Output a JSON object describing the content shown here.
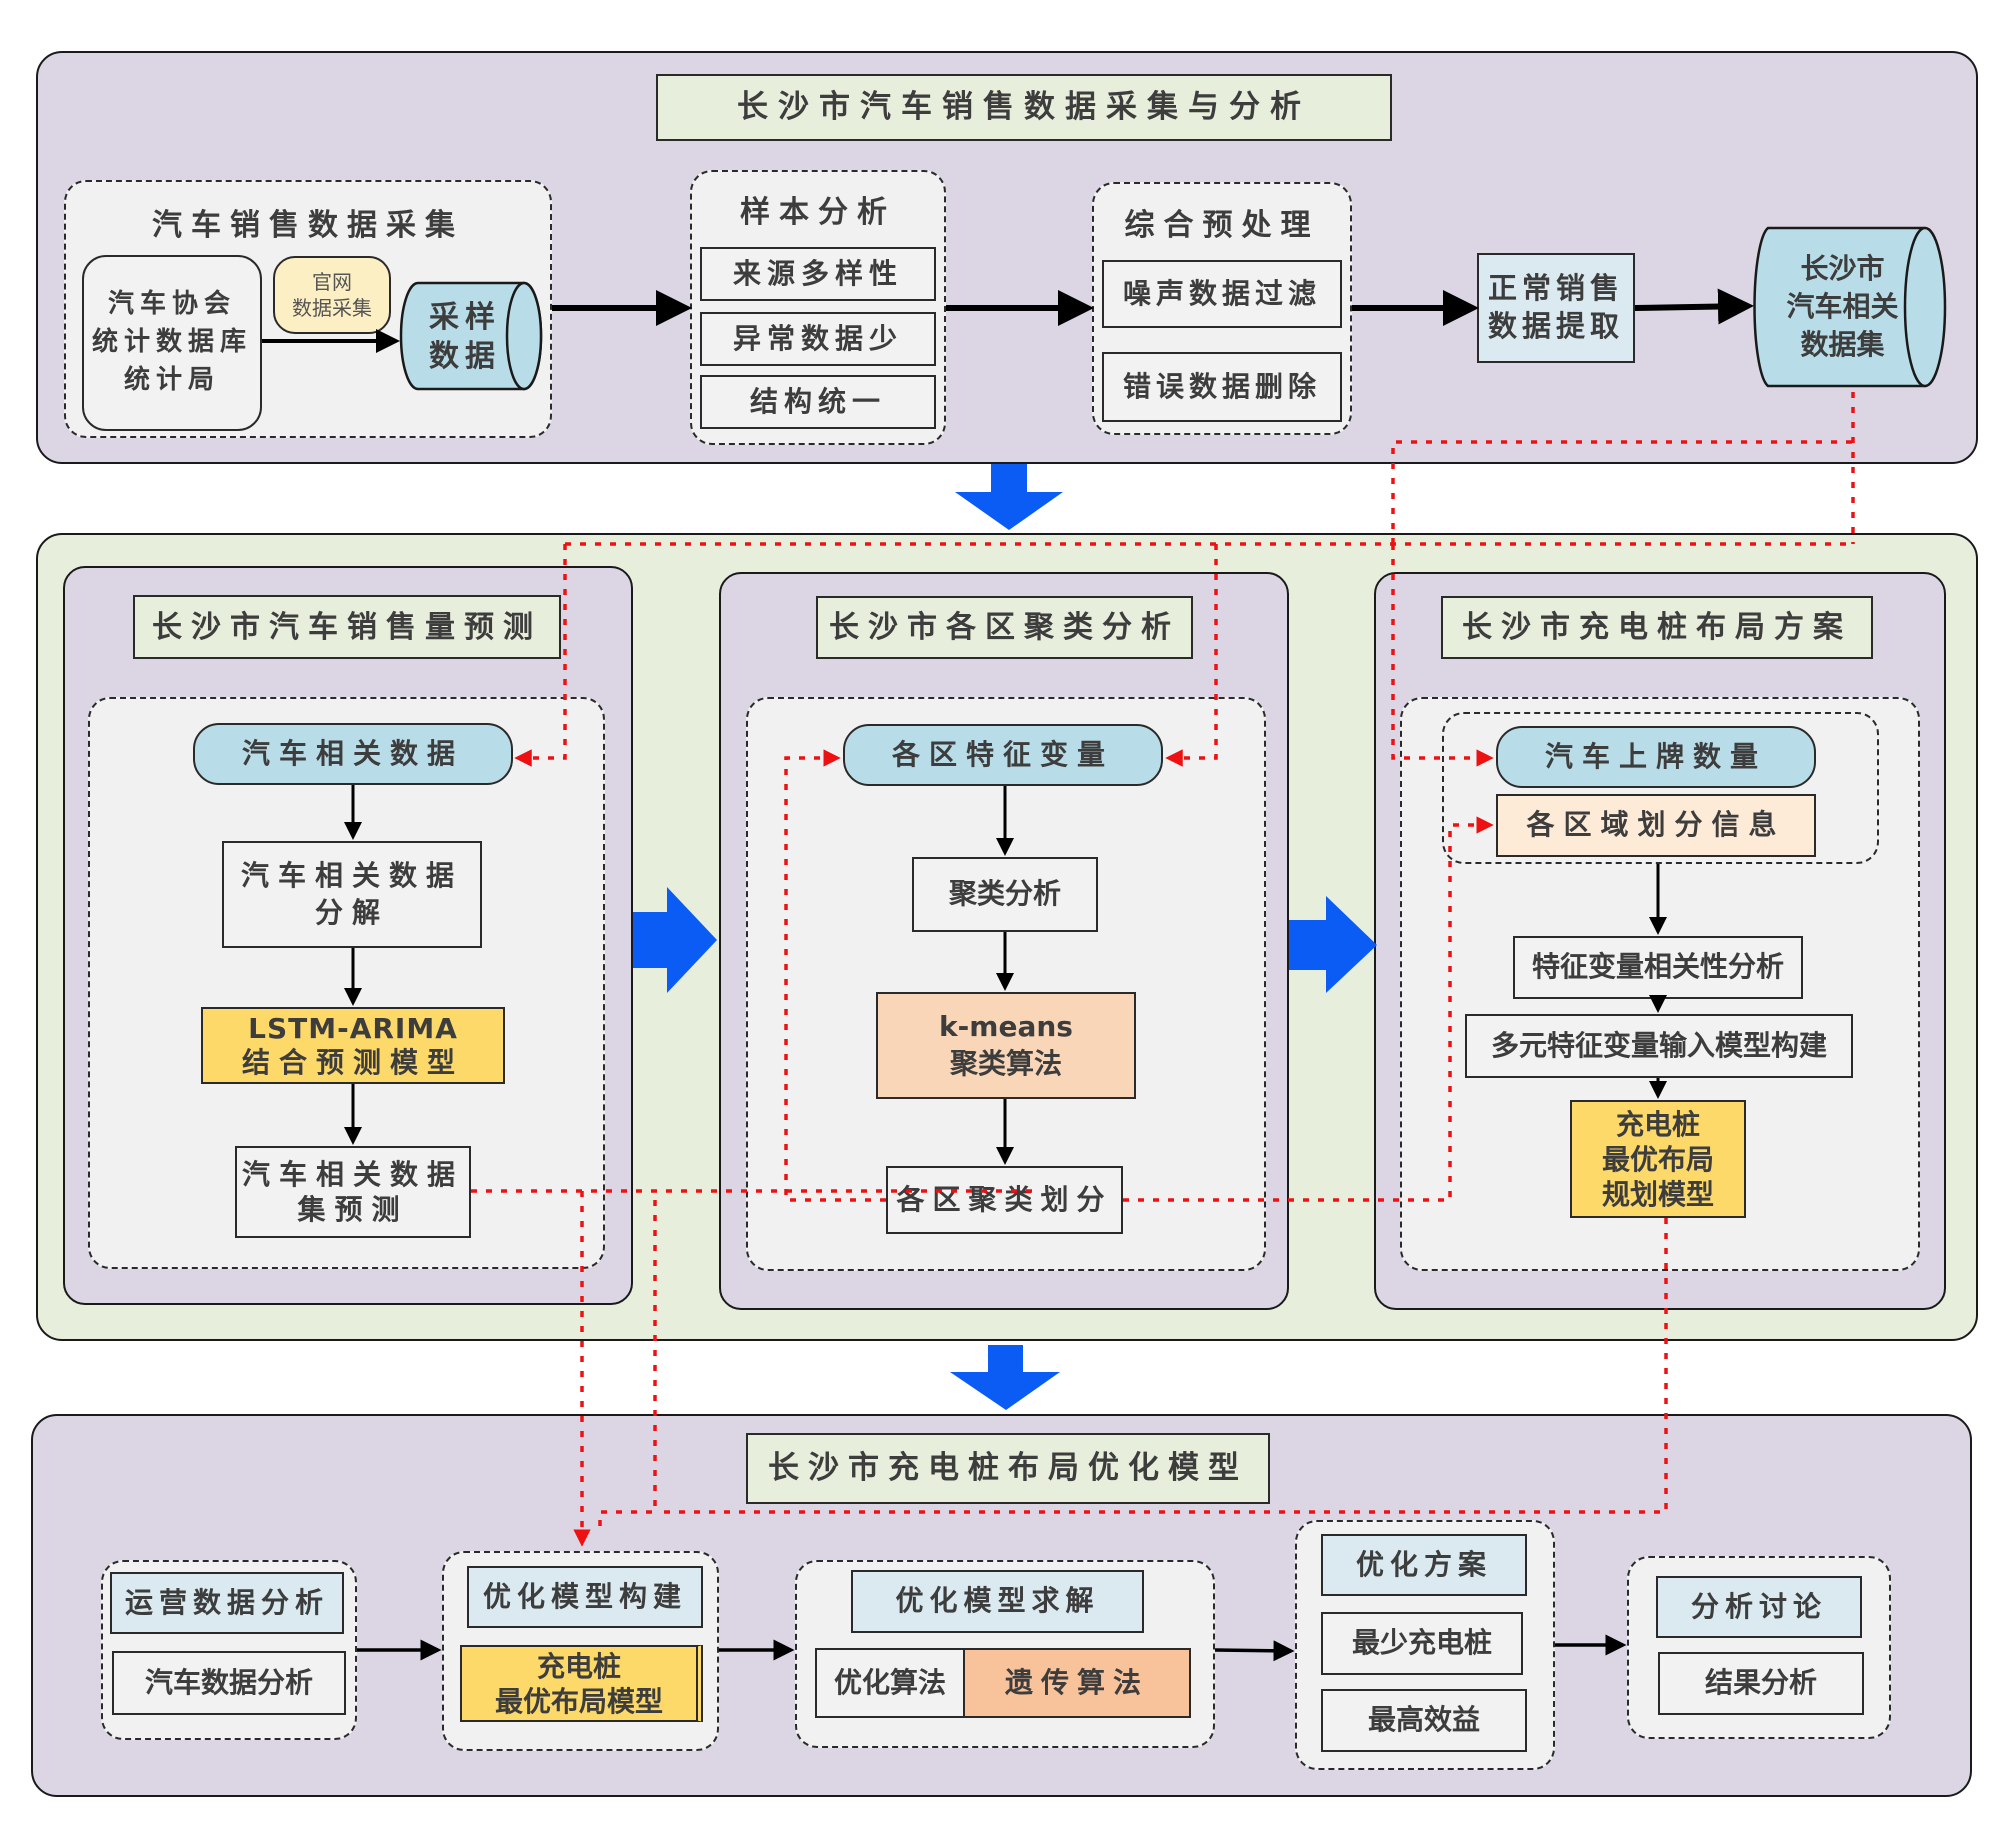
{
  "top": {
    "title": "长沙市汽车销售数据采集与分析",
    "collection": {
      "title": "汽车销售数据采集",
      "sources": [
        "汽车协会",
        "统计数据库",
        "统计局"
      ],
      "web_tag": [
        "官网",
        "数据采集"
      ],
      "sample_cylinder": [
        "采样",
        "数据"
      ]
    },
    "sample_analysis": {
      "title": "样本分析",
      "items": [
        "来源多样性",
        "异常数据少",
        "结构统一"
      ]
    },
    "preprocess": {
      "title": "综合预处理",
      "items": [
        "噪声数据过滤",
        "错误数据删除"
      ]
    },
    "extract": [
      "正常销售",
      "数据提取"
    ],
    "dataset_cylinder": [
      "长沙市",
      "汽车相关",
      "数据集"
    ]
  },
  "middle": {
    "forecast": {
      "title": "长沙市汽车销售量预测",
      "start": "汽车相关数据",
      "decompose": [
        "汽车相关数据",
        "分解"
      ],
      "model": [
        "LSTM-ARIMA",
        "结合预测模型"
      ],
      "result": [
        "汽车相关数据",
        "集预测"
      ]
    },
    "cluster": {
      "title": "长沙市各区聚类分析",
      "start": "各区特征变量",
      "analysis": "聚类分析",
      "algo": [
        "k-means",
        "聚类算法"
      ],
      "result": "各区聚类划分"
    },
    "layout": {
      "title": "长沙市充电桩布局方案",
      "plates": "汽车上牌数量",
      "regions": "各区域划分信息",
      "correlation": "特征变量相关性分析",
      "multi_input": "多元特征变量输入模型构建",
      "model": [
        "充电桩",
        "最优布局",
        "规划模型"
      ]
    }
  },
  "bottom": {
    "title": "长沙市充电桩布局优化模型",
    "ops": {
      "head": "运营数据分析",
      "item": "汽车数据分析"
    },
    "build": {
      "head": "优化模型构建",
      "item": [
        "充电桩",
        "最优布局模型"
      ]
    },
    "solve": {
      "head": "优化模型求解",
      "left": "优化算法",
      "right": "遗传算法"
    },
    "plan": {
      "head": "优化方案",
      "items": [
        "最少充电桩",
        "最高效益"
      ]
    },
    "discuss": {
      "head": "分析讨论",
      "item": "结果分析"
    }
  },
  "colors": {
    "flow_arrow": "#0a5cf5",
    "data_link": "#ee1111",
    "panel_purple": "#dcd6e4",
    "panel_green": "#e8eedc"
  }
}
